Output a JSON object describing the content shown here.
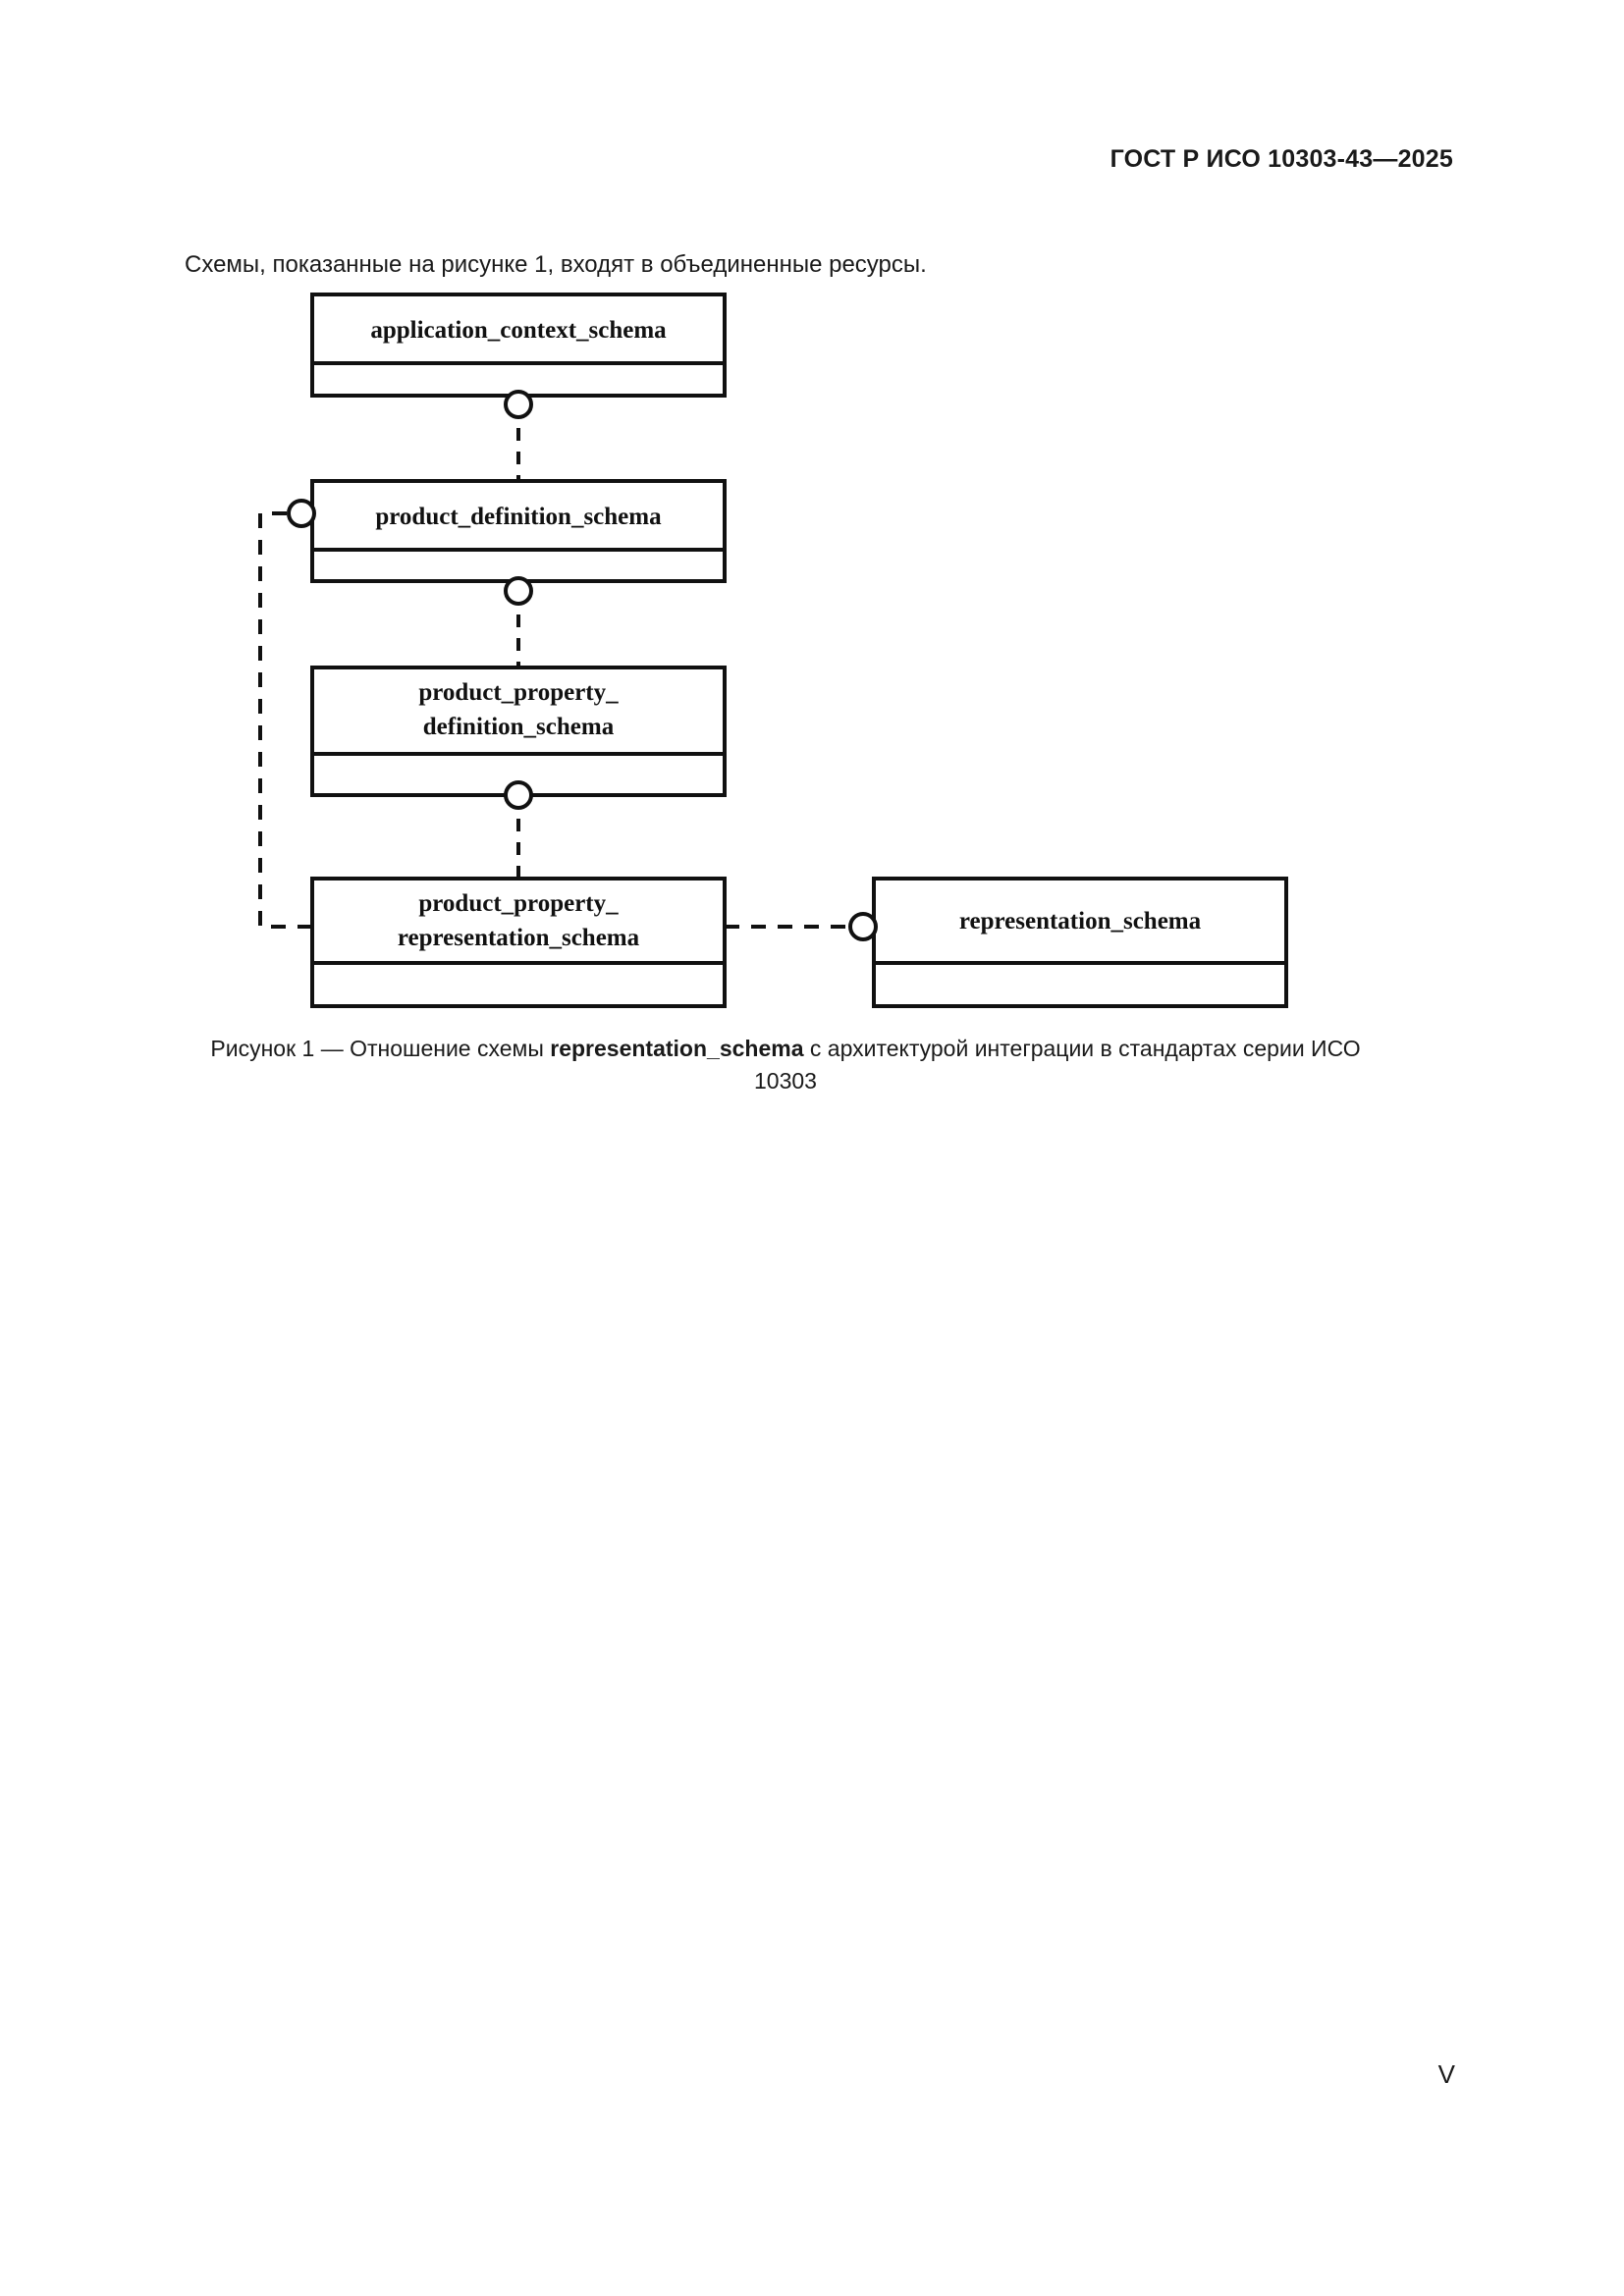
{
  "page": {
    "header": "ГОСТ Р ИСО 10303-43—2025",
    "folio": "V"
  },
  "body": {
    "intro_paragraph": "Схемы, показанные на рисунке 1, входят в объединенные ресурсы."
  },
  "figure": {
    "caption_prefix": "Рисунок 1 — Отношение схемы ",
    "caption_bold": "representation_schema",
    "caption_suffix": " с архитектурой интеграции в стандартах",
    "caption_line2": "серии ИСО 10303",
    "diagram_type": "express-g schema reference diagram",
    "boxes": [
      {
        "id": "application_context_schema",
        "label_line1": "application_context_schema",
        "label_line2": ""
      },
      {
        "id": "product_definition_schema",
        "label_line1": "product_definition_schema",
        "label_line2": ""
      },
      {
        "id": "product_property_definition_schema",
        "label_line1": "product_property_",
        "label_line2": "definition_schema"
      },
      {
        "id": "product_property_representation_schema",
        "label_line1": "product_property_",
        "label_line2": "representation_schema"
      },
      {
        "id": "representation_schema",
        "label_line1": "representation_schema",
        "label_line2": ""
      }
    ],
    "relations": [
      {
        "from": "application_context_schema",
        "to": "product_definition_schema",
        "style": "dashed",
        "marker": "circle-at-source"
      },
      {
        "from": "product_definition_schema",
        "to": "product_property_definition_schema",
        "style": "dashed",
        "marker": "circle-at-source"
      },
      {
        "from": "product_property_definition_schema",
        "to": "product_property_representation_schema",
        "style": "dashed",
        "marker": "circle-at-source"
      },
      {
        "from": "product_property_representation_schema",
        "to": "product_definition_schema",
        "style": "dashed",
        "marker": "circle-at-target"
      },
      {
        "from": "product_property_representation_schema",
        "to": "representation_schema",
        "style": "dashed",
        "marker": "circle-at-target"
      }
    ],
    "colors": {
      "stroke": "#111111",
      "fill": "#ffffff"
    }
  }
}
